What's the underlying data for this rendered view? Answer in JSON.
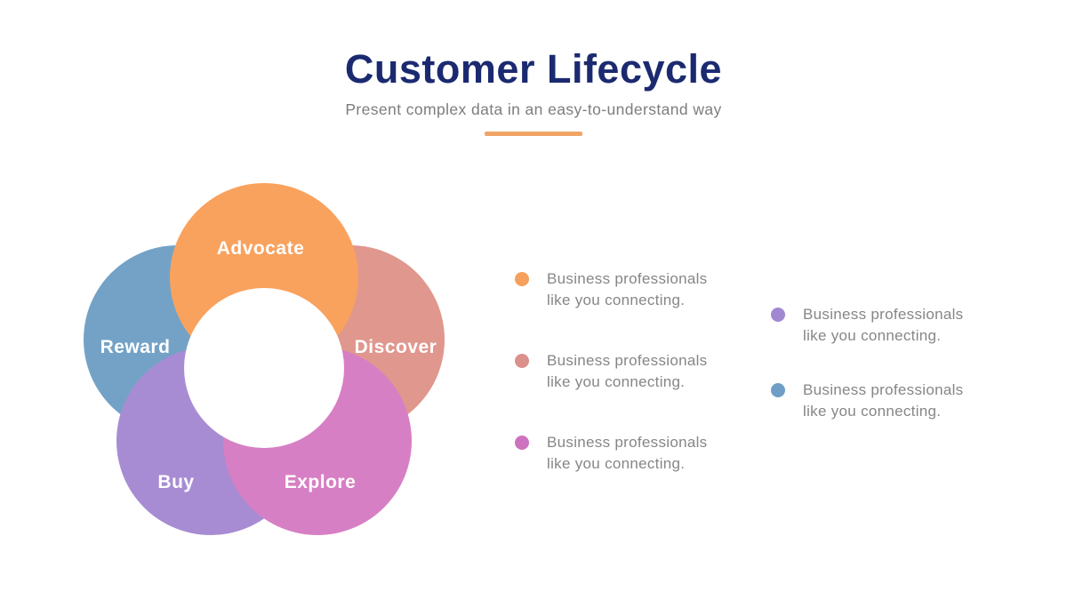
{
  "slide": {
    "title": "Customer Lifecycle",
    "subtitle": "Present complex data in an easy-to-understand way",
    "title_color": "#1B2A70",
    "subtitle_color": "#7d7d7d",
    "accent_color": "#F0A566",
    "background_color": "#FFFFFF"
  },
  "diagram": {
    "type": "flower-venn",
    "center_circle_color": "#FFFFFF",
    "petals": [
      {
        "label": "Advocate",
        "color": "#F9A25E",
        "position": "top"
      },
      {
        "label": "Discover",
        "color": "#E0978E",
        "position": "right"
      },
      {
        "label": "Explore",
        "color": "#D77FC4",
        "position": "bottom-right"
      },
      {
        "label": "Buy",
        "color": "#A78CD3",
        "position": "bottom-left"
      },
      {
        "label": "Reward",
        "color": "#73A2C6",
        "position": "left"
      }
    ]
  },
  "legend": {
    "items": [
      {
        "dot_color": "#F5A05C",
        "text": "Business professionals like you connecting."
      },
      {
        "dot_color": "#DC908C",
        "text": "Business professionals like you connecting."
      },
      {
        "dot_color": "#CC72BE",
        "text": "Business professionals like you connecting."
      },
      {
        "dot_color": "#A287D2",
        "text": "Business professionals like you connecting."
      },
      {
        "dot_color": "#6F9FC6",
        "text": "Business professionals like you connecting."
      }
    ]
  }
}
